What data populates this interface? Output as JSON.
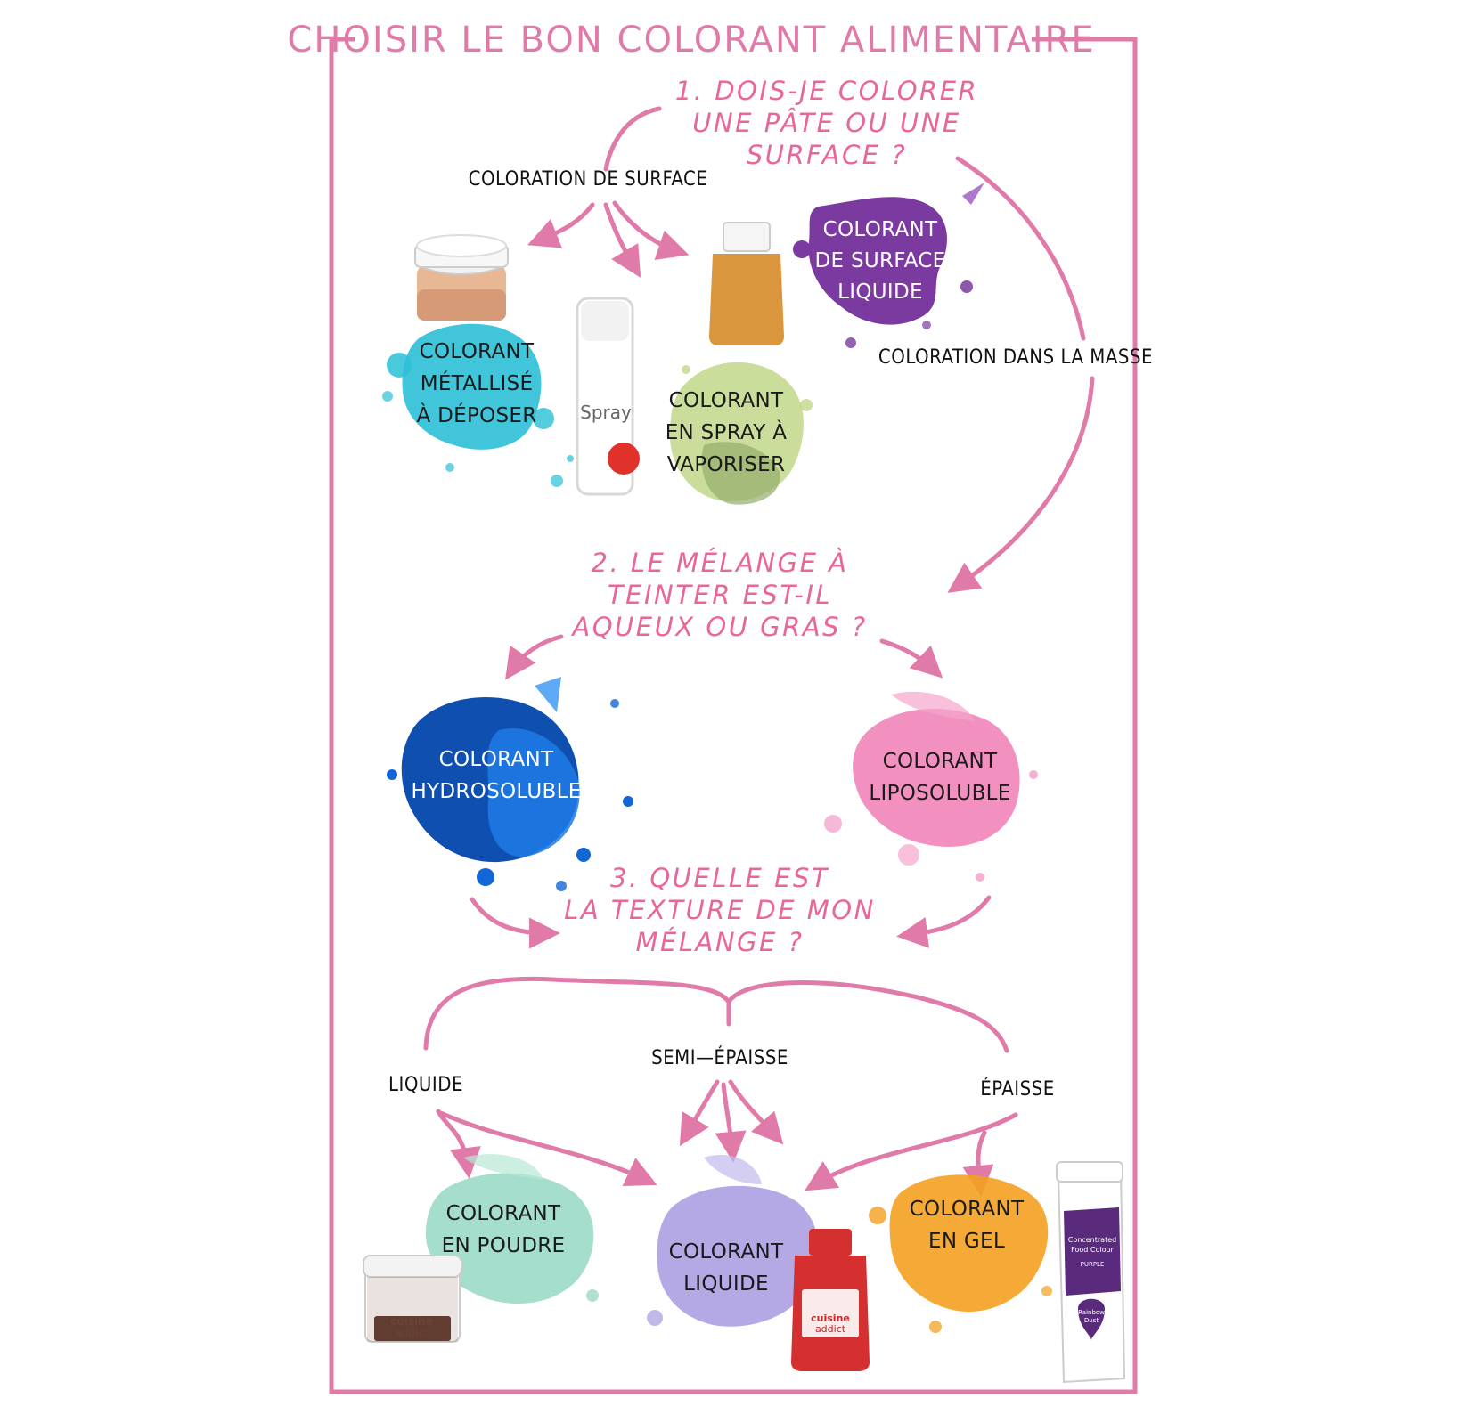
{
  "title": "CHOISIR LE BON COLORANT ALIMENTAIRE",
  "colors": {
    "frame": "#e07aa8",
    "question": "#e8669a",
    "metallic_splash": "#2bbfd6",
    "surface_liquid_splash": "#7a3aa0",
    "spray_splash": "#a8c46e",
    "hydro_splash": "#1366d6",
    "lipo_splash": "#f07cb4",
    "powder_splash": "#8fd6bf",
    "liquid_splash": "#a79ae0",
    "gel_splash": "#f4a020"
  },
  "questions": {
    "q1": [
      "1. DOIS-JE COLORER",
      "UNE PÂTE OU UNE",
      "SURFACE ?"
    ],
    "q2": [
      "2. LE MÉLANGE À",
      "TEINTER EST-IL",
      "AQUEUX OU GRAS ?"
    ],
    "q3": [
      "3. QUELLE EST",
      "LA TEXTURE DE MON",
      "MÉLANGE ?"
    ]
  },
  "branches": {
    "surface": "COLORATION DE SURFACE",
    "masse": "COLORATION DANS LA MASSE",
    "liquide": "LIQUIDE",
    "semi": "SEMI—ÉPAISSE",
    "epaisse": "ÉPAISSE"
  },
  "colorants": {
    "metallise": [
      "COLORANT",
      "MÉTALLISÉ",
      "À DÉPOSER"
    ],
    "surface_liquide": [
      "COLORANT",
      "DE SURFACE",
      "LIQUIDE"
    ],
    "spray": [
      "COLORANT",
      "EN SPRAY À",
      "VAPORISER"
    ],
    "hydro": [
      "COLORANT",
      "HYDROSOLUBLE"
    ],
    "lipo": [
      "COLORANT",
      "LIPOSOLUBLE"
    ],
    "poudre": [
      "COLORANT",
      "EN POUDRE"
    ],
    "liquide": [
      "COLORANT",
      "LIQUIDE"
    ],
    "gel": [
      "COLORANT",
      "EN GEL"
    ]
  },
  "products": {
    "spray_can_label": "Spray",
    "powder_jar_brand": [
      "cuisine",
      "addict"
    ],
    "liquid_bottle_brand": [
      "cuisine",
      "addict"
    ],
    "gel_tube_label": [
      "Concentrated",
      "Food Colour"
    ],
    "gel_tube_color": "PURPLE",
    "gel_tube_brand": [
      "Rainbow",
      "Dust"
    ]
  }
}
